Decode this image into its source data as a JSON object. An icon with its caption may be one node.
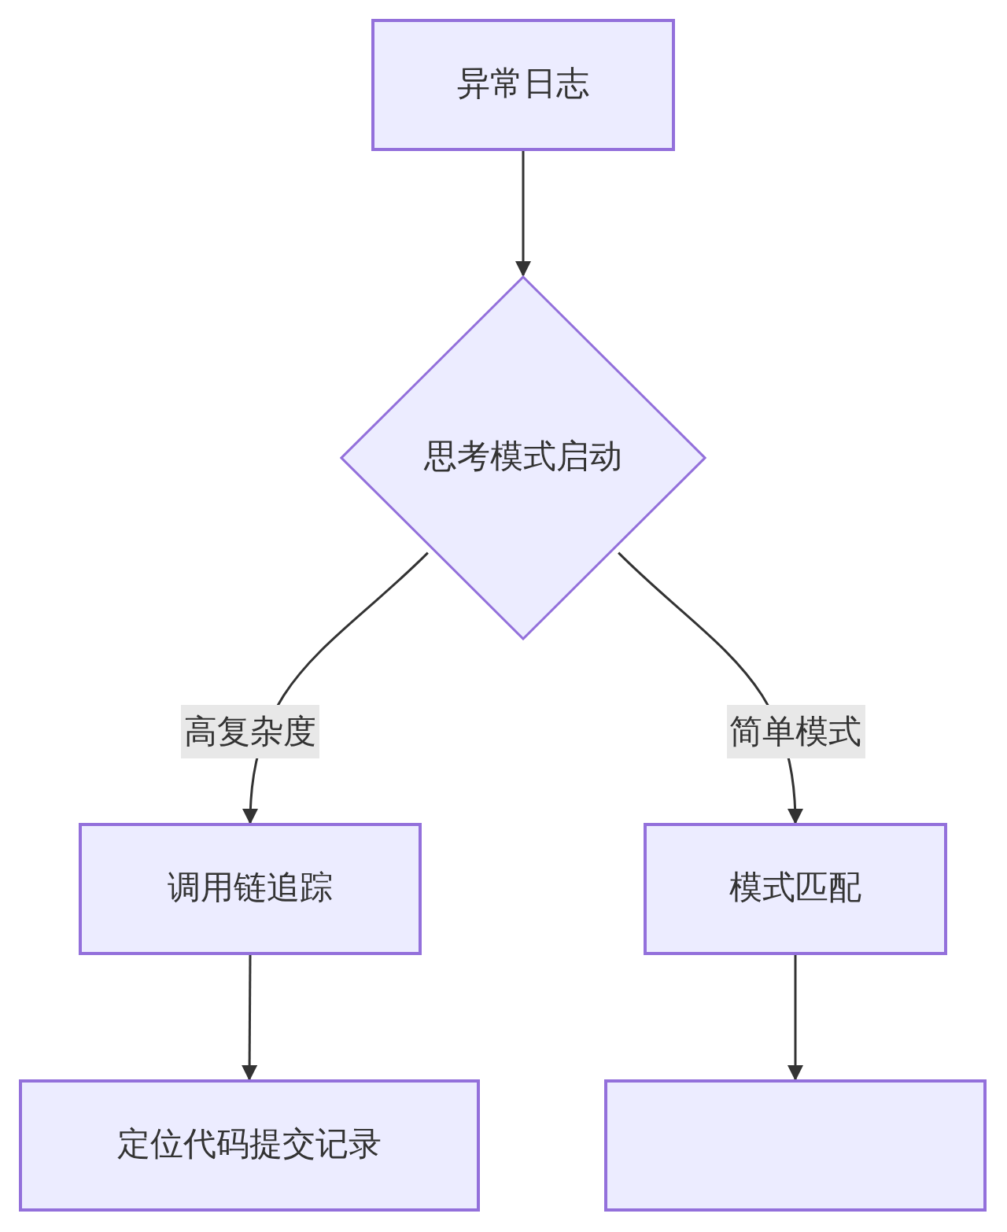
{
  "diagram": {
    "nodes": [
      {
        "text": [
          "异常日志"
        ]
      },
      {
        "text": [
          "思考模式启动"
        ]
      },
      {
        "text": [
          "调用链追踪"
        ]
      },
      {
        "text": [
          "模式匹配"
        ]
      },
      {
        "text": [
          "定位代码提交记录"
        ]
      },
      {
        "text": [],
        "shape": "box"
      }
    ],
    "edges": [
      {
        "from": 0,
        "to": 1,
        "arrow": "to"
      },
      {
        "from": 1,
        "to": 2,
        "arrow": "to",
        "label": "高复杂度"
      },
      {
        "from": 1,
        "to": 3,
        "arrow": "to",
        "label": "简单模式"
      },
      {
        "from": 2,
        "to": 4,
        "arrow": "to"
      },
      {
        "from": 3,
        "to": 5,
        "arrow": "to"
      }
    ]
  }
}
